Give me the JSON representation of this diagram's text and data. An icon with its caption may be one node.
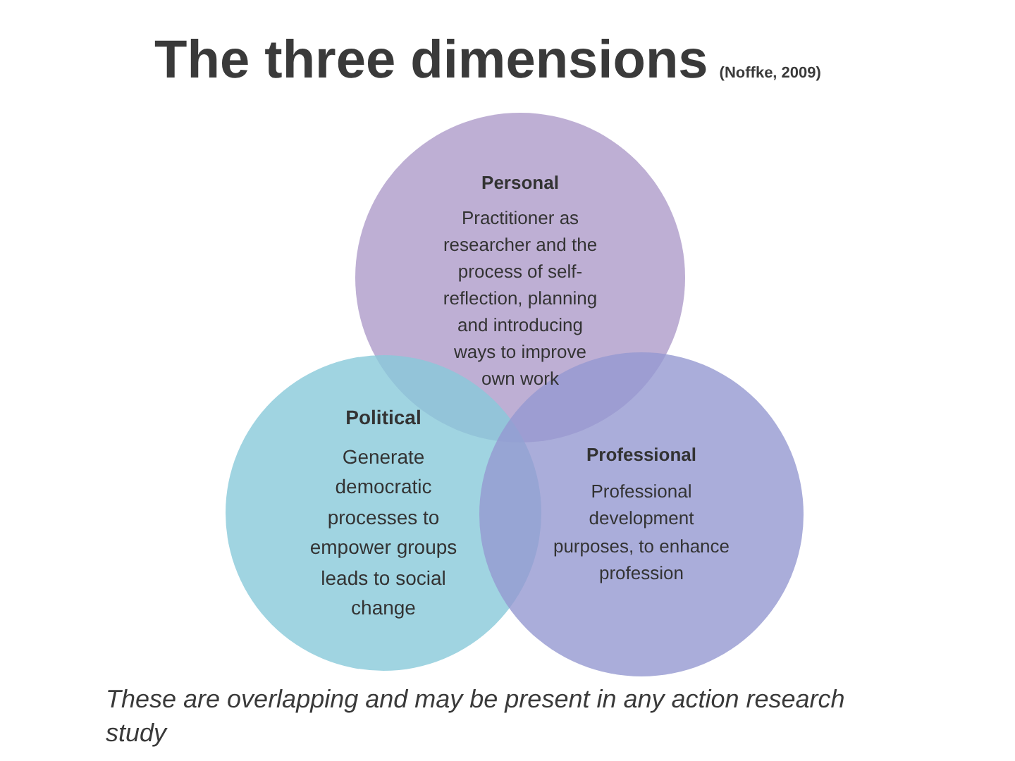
{
  "diagram": {
    "title": "The three dimensions",
    "caption": "These are overlapping and may be present in any action research study",
    "nodes": [
      {
        "text": [
          "Personal",
          "Practitioner as researcher and the process of self-reflection, planning and introducing ways to improve own work"
        ]
      },
      {
        "text": [
          "Political",
          "Generate democratic processes to empower groups leads to social change"
        ]
      },
      {
        "text": [
          "Professional",
          "Professional development purposes, to enhance profession"
        ]
      }
    ],
    "labels": [
      "(Noffke, 2009)"
    ]
  }
}
